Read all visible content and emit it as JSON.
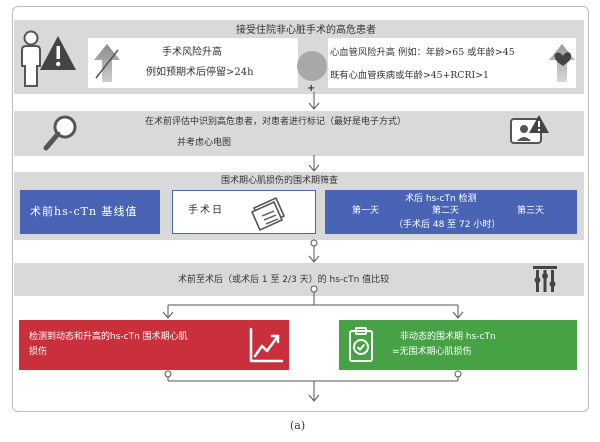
{
  "row1": {
    "title": "接受住院非心脏手术的高危患者",
    "left_line1": "手术风险升高",
    "left_line2": "例如预期术后停留>24h",
    "right_line1": "心血管风险升高  例如：年龄>65 或年龄>45",
    "right_line2": "既有心血管疾病或年龄>45+RCRI>1",
    "plus": "+"
  },
  "row2": {
    "line1": "在术前评估中识别高危患者，对患者进行标记（最好是电子方式）",
    "line2": "并考虑心电图"
  },
  "row3": {
    "title": "围术期心肌损伤的围术期筛查",
    "baseline": "术前hs-cTn 基线值",
    "handwrite": "手术日",
    "post_title": "术后 hs-cTn 检测",
    "day1": "第一天",
    "day2": "第二天",
    "day3": "第三天",
    "post_sub": "（手术后 48 至 72 小时）"
  },
  "row4": {
    "title": "术前至术后（或术后 1 至 2/3 天）的 hs-cTn 值比较"
  },
  "row5": {
    "red_line1": "检测到动态和升高的hs-cTn 围术期心肌",
    "red_line2": "损伤",
    "green_line1": "非动态的围术期 hs-cTn",
    "green_line2": "=无围术期心肌损伤"
  },
  "caption": "(a)",
  "colors": {
    "band": "#d9d9d9",
    "blue": "#4a64b5",
    "red": "#c9303b",
    "green": "#46a244",
    "text": "#333333"
  },
  "icons": [
    "person-alert-icon",
    "arrow-up-icon",
    "heart-icon",
    "magnifier-icon",
    "person-alert-badge-icon",
    "calendar-icon",
    "sliders-icon",
    "chart-up-icon",
    "clipboard-check-icon"
  ]
}
